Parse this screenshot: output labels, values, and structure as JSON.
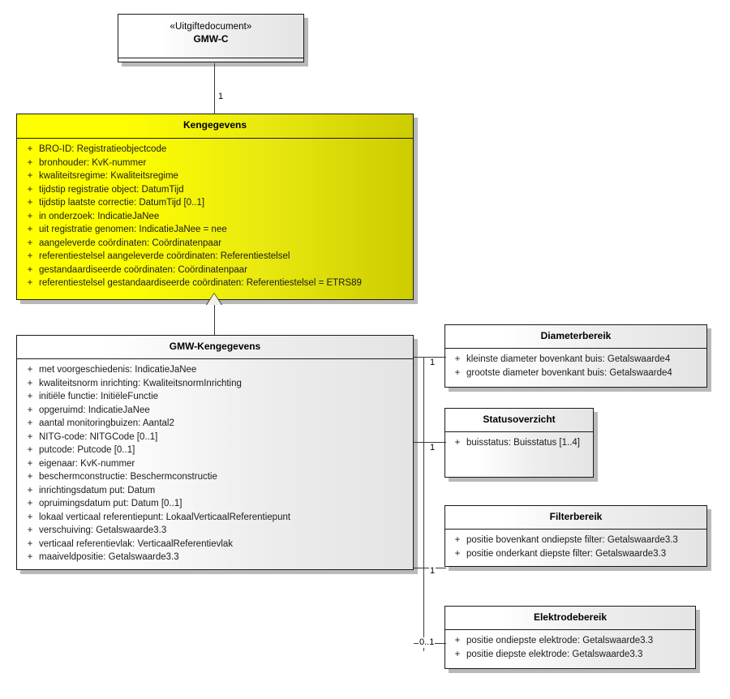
{
  "diagram": {
    "title": "GMW-C Kengegevens UML class diagram",
    "type": "uml-class-diagram",
    "colors": {
      "highlight_fill": "#ffff00",
      "highlight_fill_end": "#cccc00",
      "default_fill": "#ffffff",
      "default_fill_end": "#e4e4e4",
      "border": "#1a1a1a",
      "connector": "#3a3a3a"
    }
  },
  "classes": {
    "gmw_c": {
      "stereotype": "«Uitgiftedocument»",
      "name": "GMW-C",
      "attributes": []
    },
    "kengegevens": {
      "name": "Kengegevens",
      "attributes": [
        {
          "visibility": "+",
          "text": "BRO-ID: Registratieobjectcode"
        },
        {
          "visibility": "+",
          "text": "bronhouder: KvK-nummer"
        },
        {
          "visibility": "+",
          "text": "kwaliteitsregime: Kwaliteitsregime"
        },
        {
          "visibility": "+",
          "text": "tijdstip registratie object: DatumTijd"
        },
        {
          "visibility": "+",
          "text": "tijdstip laatste correctie: DatumTijd [0..1]"
        },
        {
          "visibility": "+",
          "text": "in onderzoek: IndicatieJaNee"
        },
        {
          "visibility": "+",
          "text": "uit registratie genomen: IndicatieJaNee = nee"
        },
        {
          "visibility": "+",
          "text": "aangeleverde coördinaten: Coördinatenpaar"
        },
        {
          "visibility": "+",
          "text": "referentiestelsel aangeleverde coördinaten: Referentiestelsel"
        },
        {
          "visibility": "+",
          "text": "gestandaardiseerde coördinaten: Coördinatenpaar"
        },
        {
          "visibility": "+",
          "text": "referentiestelsel gestandaardiseerde coördinaten: Referentiestelsel = ETRS89"
        }
      ]
    },
    "gmw_kengegevens": {
      "name": "GMW-Kengegevens",
      "attributes": [
        {
          "visibility": "+",
          "text": "met voorgeschiedenis: IndicatieJaNee"
        },
        {
          "visibility": "+",
          "text": "kwaliteitsnorm inrichting: KwaliteitsnormInrichting"
        },
        {
          "visibility": "+",
          "text": "initiële functie: InitiëleFunctie"
        },
        {
          "visibility": "+",
          "text": "opgeruimd: IndicatieJaNee"
        },
        {
          "visibility": "+",
          "text": "aantal monitoringbuizen: Aantal2"
        },
        {
          "visibility": "+",
          "text": "NITG-code: NITGCode [0..1]"
        },
        {
          "visibility": "+",
          "text": "putcode: Putcode [0..1]"
        },
        {
          "visibility": "+",
          "text": "eigenaar: KvK-nummer"
        },
        {
          "visibility": "+",
          "text": "beschermconstructie: Beschermconstructie"
        },
        {
          "visibility": "+",
          "text": "inrichtingsdatum put: Datum"
        },
        {
          "visibility": "+",
          "text": "opruimingsdatum put: Datum [0..1]"
        },
        {
          "visibility": "+",
          "text": "lokaal verticaal referentiepunt: LokaalVerticaalReferentiepunt"
        },
        {
          "visibility": "+",
          "text": "verschuiving: Getalswaarde3.3"
        },
        {
          "visibility": "+",
          "text": "verticaal referentievlak: VerticaalReferentievlak"
        },
        {
          "visibility": "+",
          "text": "maaiveldpositie: Getalswaarde3.3"
        }
      ]
    },
    "diameterbereik": {
      "name": "Diameterbereik",
      "attributes": [
        {
          "visibility": "+",
          "text": "kleinste diameter bovenkant buis: Getalswaarde4"
        },
        {
          "visibility": "+",
          "text": "grootste diameter bovenkant buis: Getalswaarde4"
        }
      ]
    },
    "statusoverzicht": {
      "name": "Statusoverzicht",
      "attributes": [
        {
          "visibility": "+",
          "text": "buisstatus: Buisstatus [1..4]"
        }
      ]
    },
    "filterbereik": {
      "name": "Filterbereik",
      "attributes": [
        {
          "visibility": "+",
          "text": "positie bovenkant ondiepste filter: Getalswaarde3.3"
        },
        {
          "visibility": "+",
          "text": "positie onderkant diepste filter: Getalswaarde3.3"
        }
      ]
    },
    "elektrodebereik": {
      "name": "Elektrodebereik",
      "attributes": [
        {
          "visibility": "+",
          "text": "positie ondiepste elektrode: Getalswaarde3.3"
        },
        {
          "visibility": "+",
          "text": "positie diepste elektrode: Getalswaarde3.3"
        }
      ]
    }
  },
  "connectors": {
    "gmwc_to_kengegevens": {
      "multiplicity": "1"
    },
    "kengegevens_generalization": {
      "multiplicity": ""
    },
    "to_diameterbereik": {
      "multiplicity": "1"
    },
    "to_statusoverzicht": {
      "multiplicity": "1"
    },
    "to_filterbereik": {
      "multiplicity": "1"
    },
    "to_elektrodebereik": {
      "multiplicity": "0..1"
    }
  }
}
